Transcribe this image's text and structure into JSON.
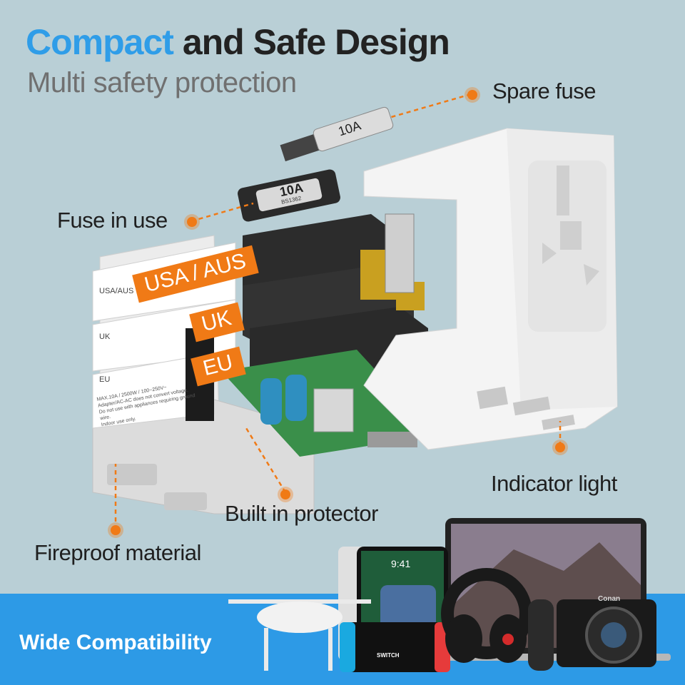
{
  "headline": {
    "accent": "Compact",
    "rest": "and Safe Design"
  },
  "subhead": "Multi safety protection",
  "callouts": {
    "spare_fuse": "Spare fuse",
    "fuse_in_use": "Fuse in use",
    "indicator_light": "Indicator light",
    "built_in_protector": "Built in protector",
    "fireproof_material": "Fireproof material"
  },
  "plug_tags": {
    "usa_aus": "USA / AUS",
    "uk": "UK",
    "eu": "EU"
  },
  "housing_labels": {
    "usa_aus": "USA/AUS",
    "uk": "UK",
    "eu": "EU",
    "spec_line_1": "MAX.10A / 2500W / 100~250V~",
    "spec_line_2": "Adapter/AC-AC does not convert voltage.",
    "spec_line_3": "Do not use with appliances requiring ground wire.",
    "spec_line_4": "Indoor use only."
  },
  "fuse_markings": {
    "spare": "10A",
    "in_use": "10A",
    "in_use_sub": "BS1362"
  },
  "phone_time": "9:41",
  "switch_label": "SWITCH",
  "camera_brand": "Conan",
  "bottom_banner": "Wide Compatibility",
  "colors": {
    "accent_blue": "#2f9de8",
    "orange": "#f07a16",
    "background": "#b9cfd6",
    "band_blue": "#2d9ae6"
  }
}
